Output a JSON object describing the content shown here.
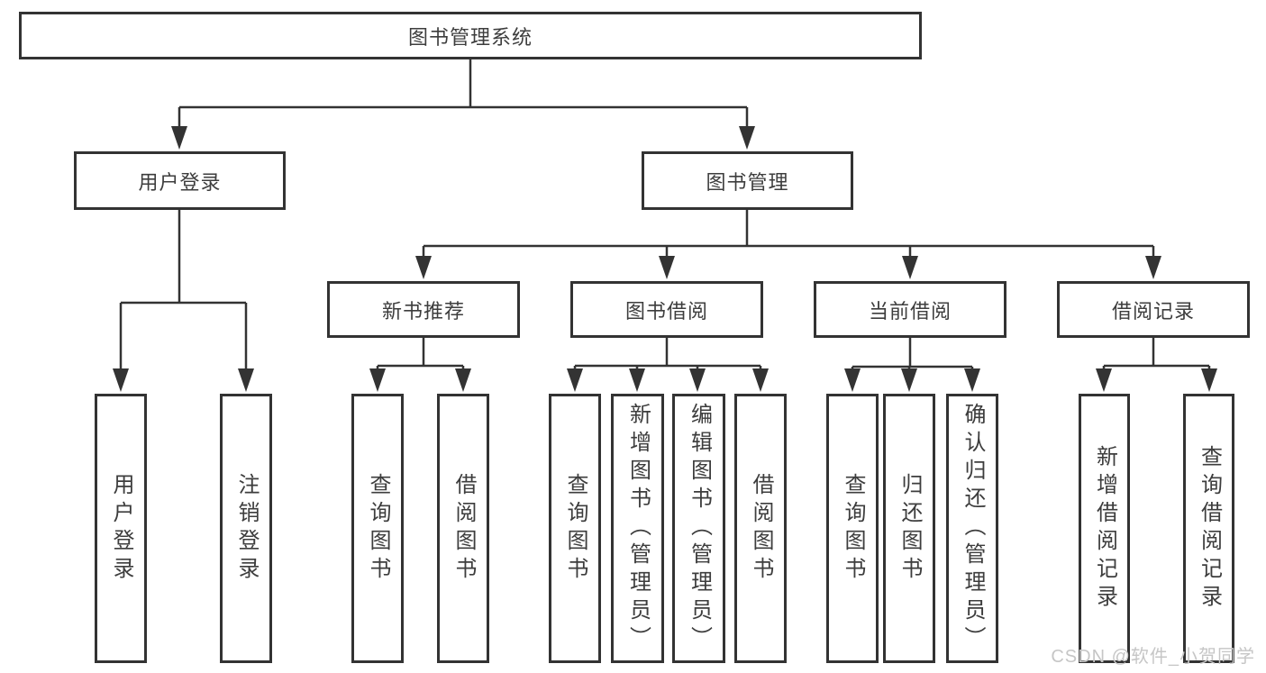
{
  "colors": {
    "line": "#333333",
    "box_border": "#333333",
    "box_fill": "#ffffff",
    "text": "#3d3d3d",
    "watermark": "#c6c6c6",
    "background": "#ffffff"
  },
  "watermark": {
    "text": "CSDN @软件_小贺同学"
  },
  "diagram": {
    "type": "hierarchy-tree",
    "root": {
      "label": "图书管理系统"
    },
    "level2": [
      {
        "label": "用户登录",
        "parent": "图书管理系统"
      },
      {
        "label": "图书管理",
        "parent": "图书管理系统"
      }
    ],
    "level3": [
      {
        "label": "新书推荐",
        "parent": "图书管理"
      },
      {
        "label": "图书借阅",
        "parent": "图书管理"
      },
      {
        "label": "当前借阅",
        "parent": "图书管理"
      },
      {
        "label": "借阅记录",
        "parent": "图书管理"
      }
    ],
    "level4": [
      {
        "label": "用户登录",
        "parent": "用户登录"
      },
      {
        "label": "注销登录",
        "parent": "用户登录"
      },
      {
        "label": "查询图书",
        "parent": "新书推荐"
      },
      {
        "label": "借阅图书",
        "parent": "新书推荐"
      },
      {
        "label": "查询图书",
        "parent": "图书借阅"
      },
      {
        "label": "新增图书（管理员）",
        "parent": "图书借阅"
      },
      {
        "label": "编辑图书（管理员）",
        "parent": "图书借阅"
      },
      {
        "label": "借阅图书",
        "parent": "图书借阅"
      },
      {
        "label": "查询图书",
        "parent": "当前借阅"
      },
      {
        "label": "归还图书",
        "parent": "当前借阅"
      },
      {
        "label": "确认归还（管理员）",
        "parent": "当前借阅"
      },
      {
        "label": "新增借阅记录",
        "parent": "借阅记录"
      },
      {
        "label": "查询借阅记录",
        "parent": "借阅记录"
      }
    ]
  }
}
